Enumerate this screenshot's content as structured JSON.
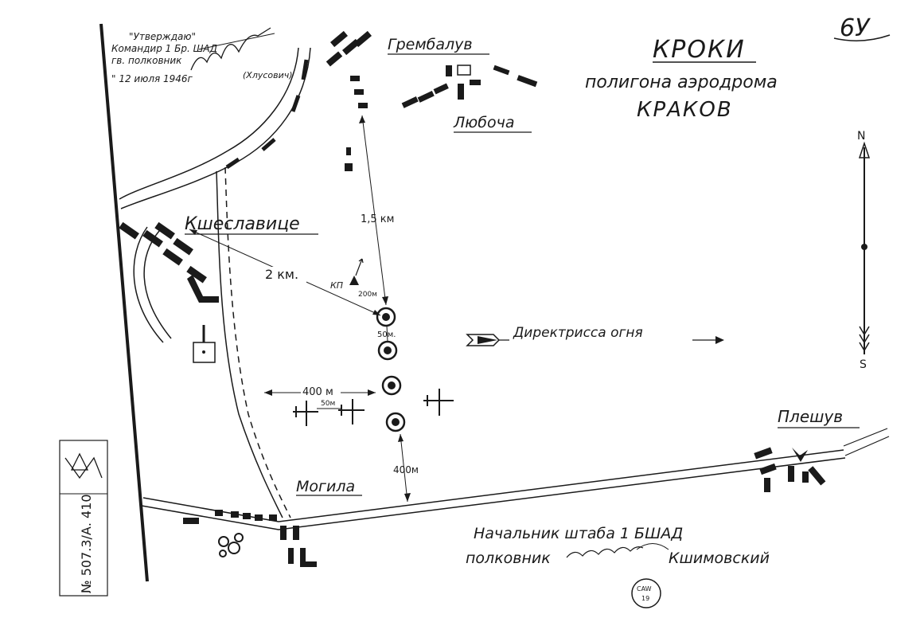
{
  "page_number": "6У",
  "title": "КРОКИ",
  "subtitle": "полигона аэродрома",
  "city": "КРАКОВ",
  "approval": {
    "line1": "\"Утверждаю\"",
    "line2": "Командир 1 Бр. ШАД",
    "line3": "гв. полковник",
    "line4": "\" 12 июля 1946г",
    "line5": "(Хлусович)"
  },
  "places": {
    "grembaluv": "Гремба­лув",
    "lyubocha": "Любоча",
    "kshslavitse": "Кшеславице",
    "mogila": "Могила",
    "pleshuv": "Плешув"
  },
  "distances": {
    "d_1_5km": "1,5 км",
    "d_2km": "2 км.",
    "d_50m": "50м.",
    "d_400m_h": "400 м",
    "d_50m_planes": "50м",
    "d_400m_v": "400м",
    "d_200m": "200м"
  },
  "command_post": "КП",
  "fire_direction": "Директрисса огня",
  "compass": {
    "north": "N",
    "south": "S"
  },
  "signature": {
    "line1": "Начальник штаба 1 БШАД",
    "line2": "полковник",
    "name": "Кшимовский"
  },
  "archive_stamp": "№ 507.3/А. 410",
  "round_stamp": {
    "top": "CAW",
    "number": "19"
  }
}
